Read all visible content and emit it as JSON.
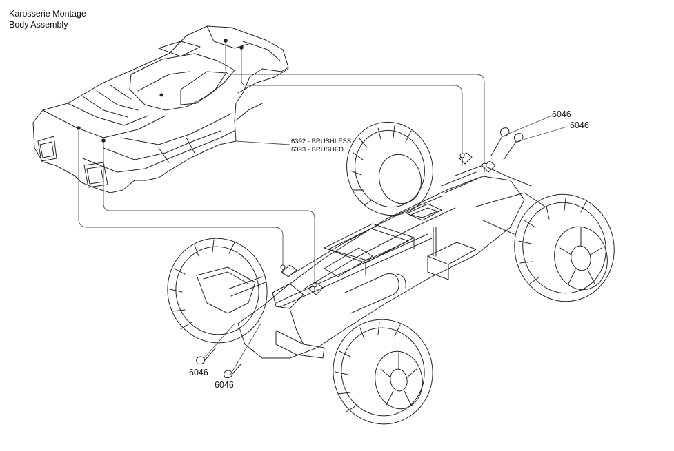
{
  "title": {
    "line1": "Karosserie Montage",
    "line2": "Body Assembly"
  },
  "body_labels": {
    "brushless": "6392 - BRUSHLESS",
    "brushed": "6393 - BRUSHED"
  },
  "part_labels": {
    "clip_right_top": "6046",
    "clip_right_bottom": "6046",
    "clip_left_top": "6046",
    "clip_left_bottom": "6046"
  },
  "colors": {
    "ink": "#222222",
    "guide": "#555555"
  }
}
